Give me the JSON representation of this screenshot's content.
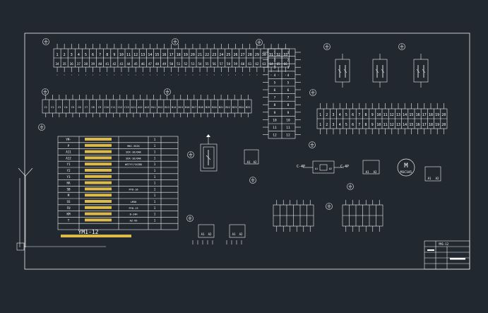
{
  "colors": {
    "background": "#212830",
    "line": "#f2f2f2",
    "text": "#ffffff",
    "label_yellow": "#ffd34d"
  },
  "strip_a": {
    "row1": [
      "1",
      "2",
      "3",
      "4",
      "5",
      "6",
      "7",
      "8",
      "9",
      "10",
      "11",
      "12",
      "13",
      "14",
      "15",
      "16",
      "17",
      "18",
      "19",
      "20",
      "21",
      "22",
      "23",
      "24",
      "25",
      "26",
      "27",
      "28",
      "29",
      "30",
      "31",
      "32",
      "33"
    ],
    "row2": [
      "34",
      "35",
      "36",
      "37",
      "38",
      "39",
      "40",
      "41",
      "42",
      "43",
      "44",
      "45",
      "46",
      "47",
      "48",
      "49",
      "50",
      "51",
      "52",
      "53",
      "54",
      "55",
      "56",
      "57",
      "58",
      "59",
      "60",
      "61",
      "62",
      "63",
      "64",
      "65",
      "66"
    ]
  },
  "strip_b": {
    "labels": [
      "C1",
      "C2",
      "C3",
      "C4",
      "C5",
      "C6",
      "C7",
      "C8",
      "C9",
      "C10",
      "C11",
      "C12",
      "C13",
      "A11",
      "A12",
      "A13",
      "B11",
      "B12",
      "B13",
      "B14",
      "B15",
      "B16",
      "B17",
      "B18",
      "B19",
      "B20",
      "B21",
      "B22",
      "B23",
      "B24",
      "B25"
    ]
  },
  "strip_c": {
    "row1": [
      "1",
      "2",
      "3",
      "4",
      "5",
      "6",
      "7",
      "8",
      "9",
      "10",
      "11",
      "12",
      "13",
      "14",
      "15",
      "16",
      "17",
      "18",
      "19",
      "20"
    ],
    "row2": [
      "1",
      "2",
      "3",
      "4",
      "5",
      "6",
      "7",
      "8",
      "9",
      "10",
      "11",
      "12",
      "13",
      "14",
      "15",
      "16",
      "17",
      "18",
      "19",
      "20"
    ]
  },
  "table": {
    "rows": [
      [
        "YM-",
        "",
        "",
        "1"
      ],
      [
        "P",
        "",
        "MKC-35ZX",
        "1"
      ],
      [
        "A11",
        "",
        "SDX-16/6AK",
        "1"
      ],
      [
        "A12",
        "",
        "SDX-16/6AK",
        "1"
      ],
      [
        "Y1",
        "",
        "WSTYY/YXZBD",
        "1"
      ],
      [
        "Y2",
        "",
        "",
        "1"
      ],
      [
        "Y3",
        "",
        "",
        "1"
      ],
      [
        "HA",
        "",
        "",
        "1"
      ],
      [
        "SB",
        "",
        "PYD-16",
        "1"
      ],
      [
        "M",
        "",
        "",
        "1"
      ],
      [
        "SS",
        "",
        "LM30",
        "1"
      ],
      [
        "FU",
        "",
        "PYD-13",
        "1"
      ],
      [
        "KM",
        "",
        "B-24H",
        "1"
      ],
      [
        "T",
        "",
        "AZ-99",
        "1"
      ]
    ],
    "title": "YM1-12"
  },
  "motor": {
    "symbol": "M",
    "sub": "M1C1A5"
  },
  "coil_labels": {
    "left": "C-4P",
    "right": "C-4P"
  },
  "relay_labels": {
    "a1": "A1",
    "a2": "A2"
  },
  "title_block": {
    "caption": "YM1-12"
  }
}
